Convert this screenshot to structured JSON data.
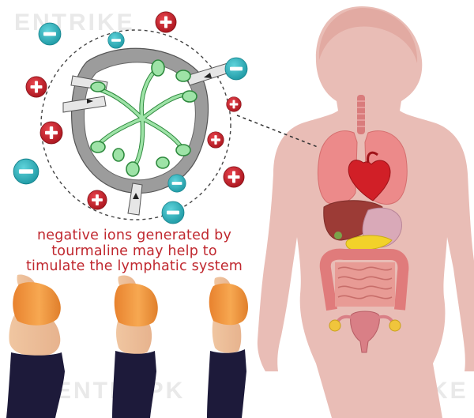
{
  "caption": {
    "line1": "negative ions generated by",
    "line2": "tourmaline may help to",
    "line3": "timulate the lymphatic system"
  },
  "watermarks": [
    "ENTRIKE",
    "ENTRSPK",
    "ENTRIKE"
  ],
  "colors": {
    "caption_red": "#c0282f",
    "skin": "#e8b8b2",
    "positive_ion": "#c81e28",
    "negative_ion": "#2bb3bd",
    "lymph_green": "#8fdc9a",
    "node_grey": "#8a8a8a",
    "top_orange": "#f2953e",
    "leggings_navy": "#1d1a3a"
  },
  "icons": [
    "positive-ion-icon",
    "negative-ion-icon",
    "lymph-node-illustration",
    "female-anatomy-illustration",
    "slimming-progress-figure"
  ]
}
